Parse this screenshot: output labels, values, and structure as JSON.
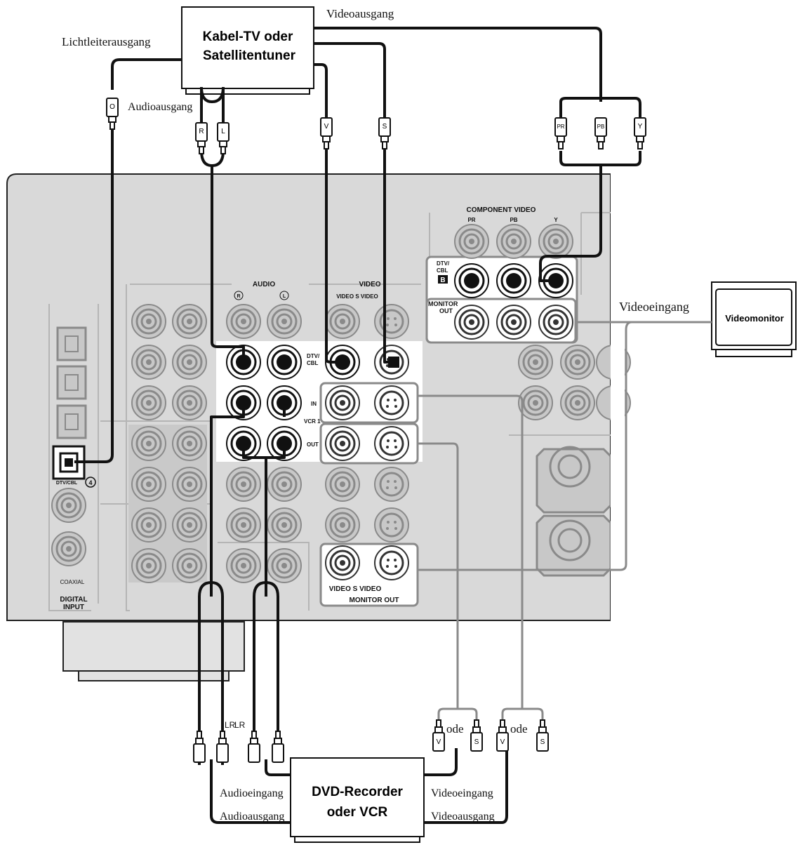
{
  "devices": {
    "tuner": {
      "line1": "Kabel-TV oder",
      "line2": "Satellitentuner"
    },
    "monitor": {
      "label": "Videomonitor"
    },
    "recorder": {
      "line1": "DVD-Recorder",
      "line2": "oder VCR"
    }
  },
  "labels": {
    "video_out_top": "Videoausgang",
    "optical_out": "Lichtleiterausgang",
    "audio_out_top": "Audioausgang",
    "video_in_monitor": "Videoeingang",
    "rec_audio_in": "Audioeingang",
    "rec_audio_out": "Audioausgang",
    "rec_video_in": "Videoeingang",
    "rec_video_out": "Videoausgang",
    "ode1": "ode",
    "ode2": "ode",
    "lr1": "LR",
    "lr2": "LR"
  },
  "plugs": {
    "opt": "O",
    "r": "R",
    "l": "L",
    "v": "V",
    "s": "S",
    "pr": "PR",
    "pb": "PB",
    "y": "Y",
    "v2": "V",
    "s2": "S",
    "v3": "V",
    "s3": "S"
  },
  "panel": {
    "component_video": "COMPONENT VIDEO",
    "pr": "PR",
    "pb": "PB",
    "y": "Y",
    "dtv_cbl": "DTV/",
    "cbl": "CBL",
    "b": "B",
    "monitor_out_1": "MONITOR",
    "monitor_out_2": "OUT",
    "audio": "AUDIO",
    "video": "VIDEO",
    "r_mark": "R",
    "l_mark": "L",
    "video_s_video": "VIDEO S VIDEO",
    "dtv2_1": "DTV/",
    "dtv2_2": "CBL",
    "in": "IN",
    "vcr": "VCR 1",
    "out": "OUT",
    "bottom_video_s_video": "VIDEO S VIDEO",
    "bottom_monitor_out": "MONITOR OUT",
    "coaxial": "COAXIAL",
    "digital": "DIGITAL",
    "input": "INPUT",
    "dtv_cbl_opt": "DTV/CBL",
    "num4": "4"
  },
  "colors": {
    "panel": "#d9d9d9",
    "panel_stroke": "#222222",
    "cable_dark": "#111111",
    "cable_gray": "#8a8a8a",
    "jack_ring": "#aaaaaa",
    "highlight": "#ffffff"
  }
}
